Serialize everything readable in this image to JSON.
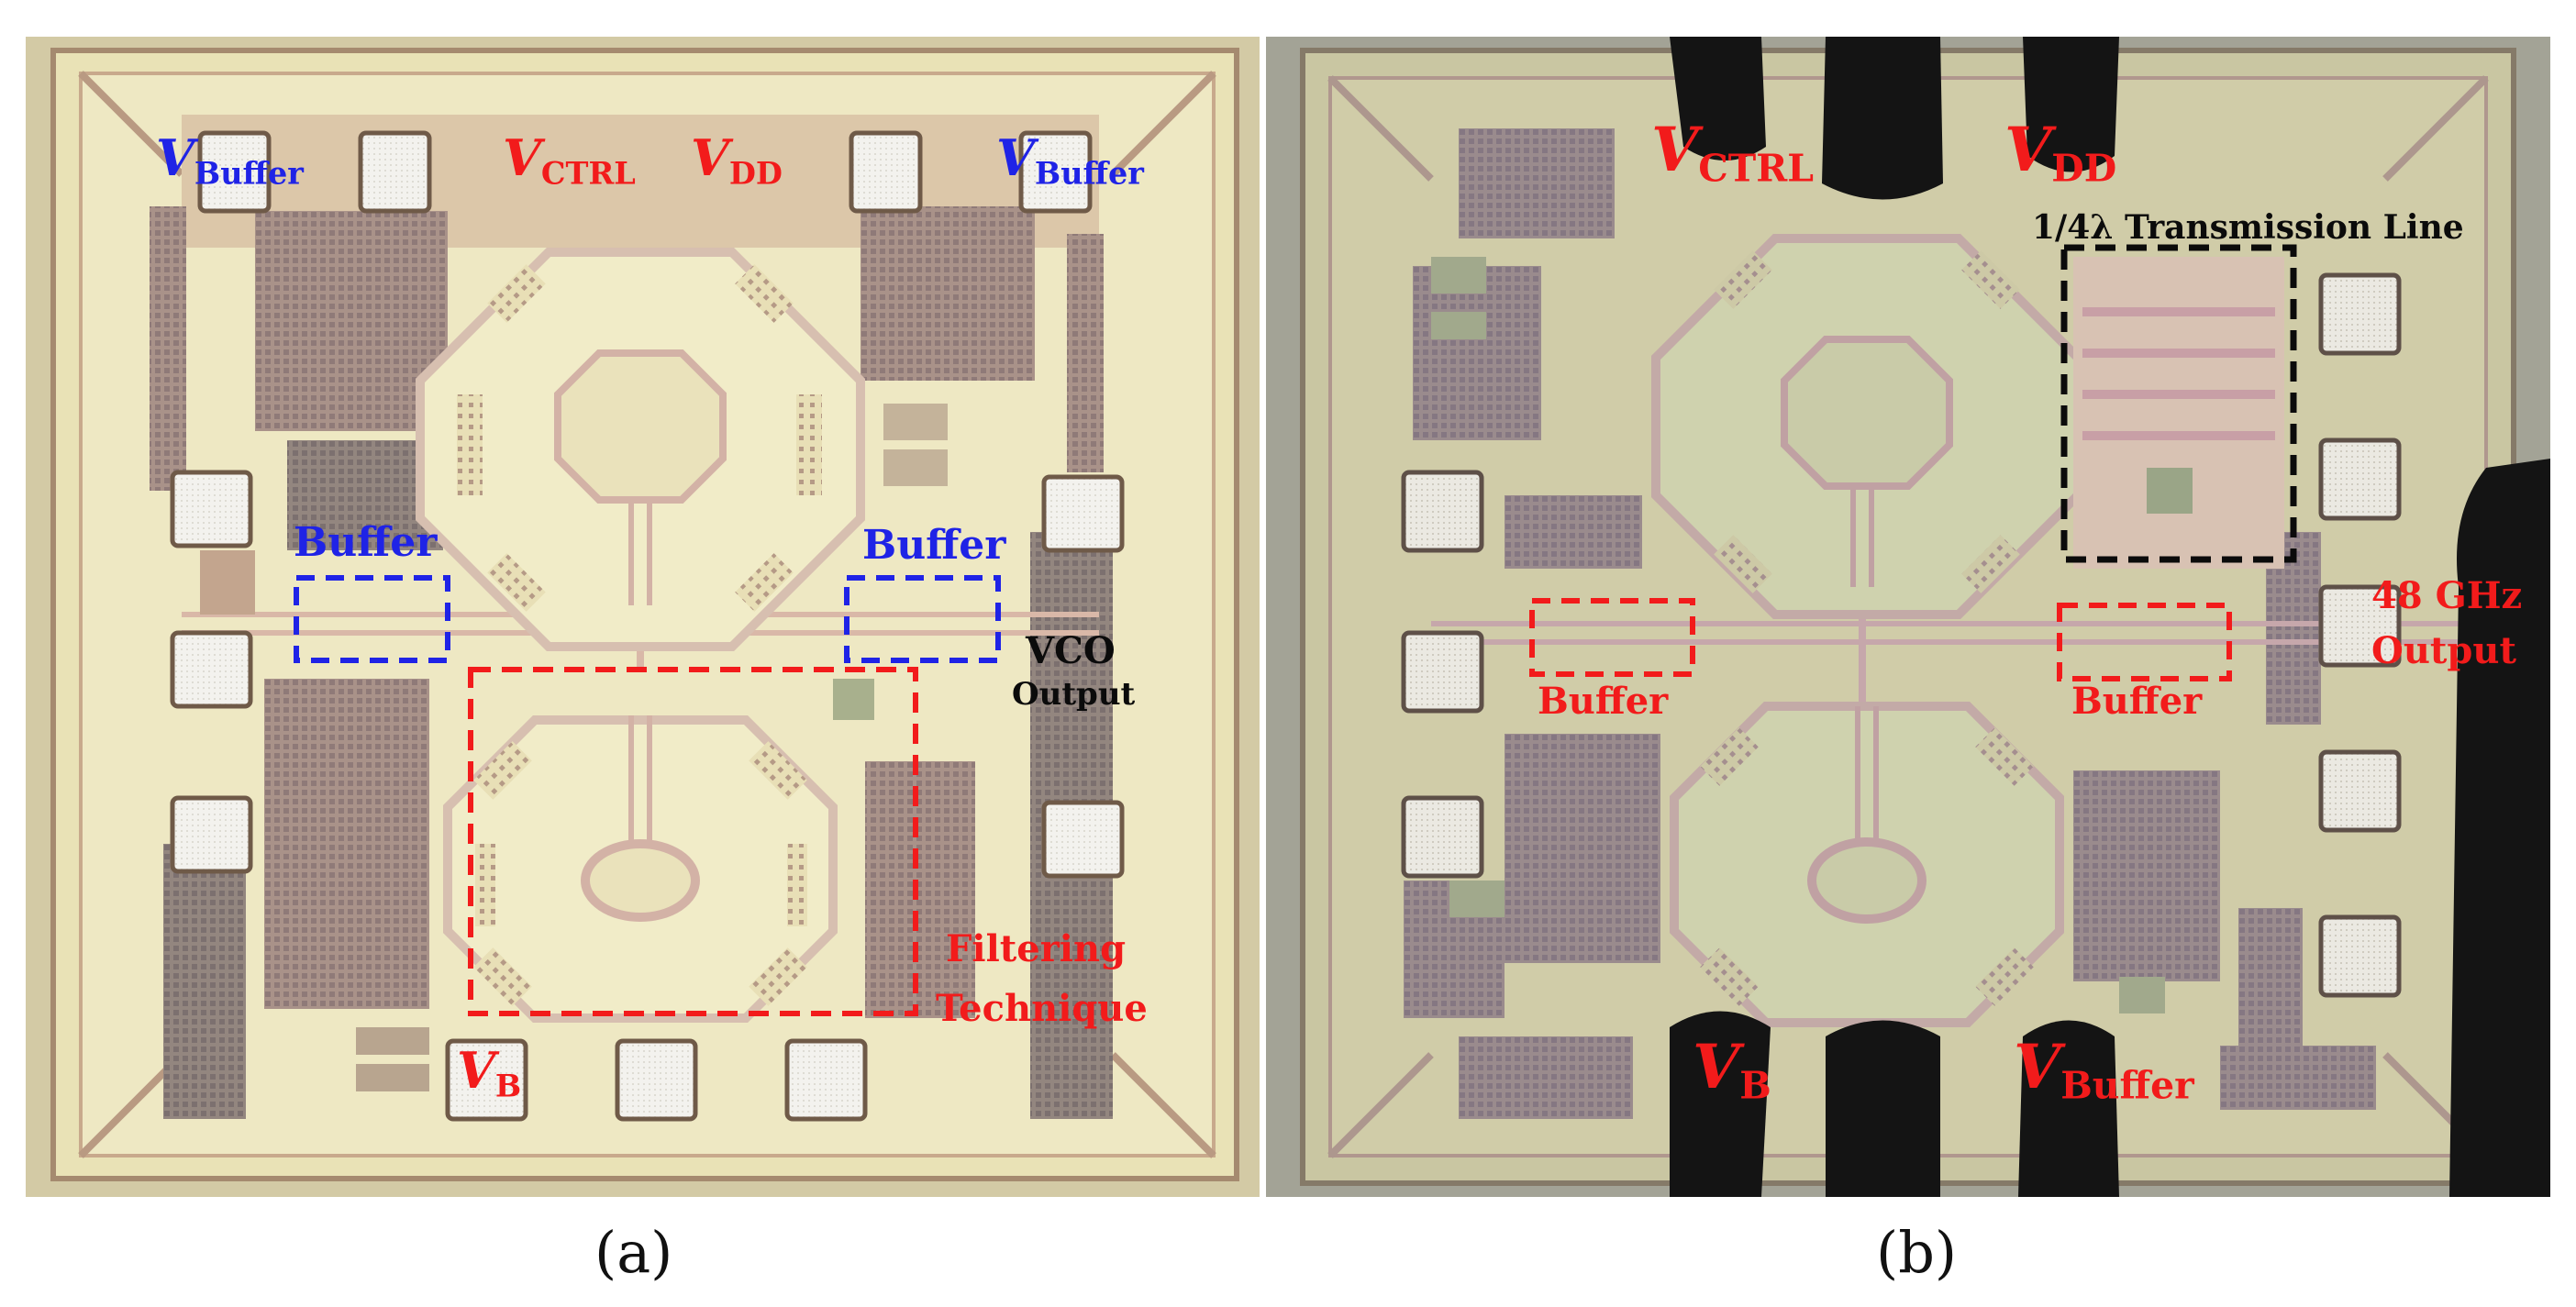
{
  "panel_a": {
    "caption": "(a)",
    "labels": {
      "v_buffer_left": {
        "main": "V",
        "sub": "Buffer"
      },
      "v_ctrl": {
        "main": "V",
        "sub": "CTRL"
      },
      "v_dd": {
        "main": "V",
        "sub": "DD"
      },
      "v_buffer_right": {
        "main": "V",
        "sub": "Buffer"
      },
      "buffer_left": "Buffer",
      "buffer_right": "Buffer",
      "vco_output_line1": "VCO",
      "vco_output_line2": "Output",
      "filtering_line1": "Filtering",
      "filtering_line2": "Technique",
      "v_b": {
        "main": "V",
        "sub": "B"
      }
    }
  },
  "panel_b": {
    "caption": "(b)",
    "labels": {
      "v_ctrl": {
        "main": "V",
        "sub": "CTRL"
      },
      "v_dd": {
        "main": "V",
        "sub": "DD"
      },
      "transmission_line": "1/4λ Transmission Line",
      "output_line1": "48 GHz",
      "output_line2": "Output",
      "buffer_left": "Buffer",
      "buffer_right": "Buffer",
      "v_b": {
        "main": "V",
        "sub": "B"
      },
      "v_buffer": {
        "main": "V",
        "sub": "Buffer"
      }
    }
  },
  "colors": {
    "label_blue": "#1f23e6",
    "label_red": "#f21b1b",
    "label_black": "#0b0b0b",
    "chip_base_a": "#ece6bd",
    "chip_base_b": "#c9c6a2",
    "pad": "#f2f2ef",
    "inductor": "#e0c9b9",
    "probe": "#141414"
  }
}
